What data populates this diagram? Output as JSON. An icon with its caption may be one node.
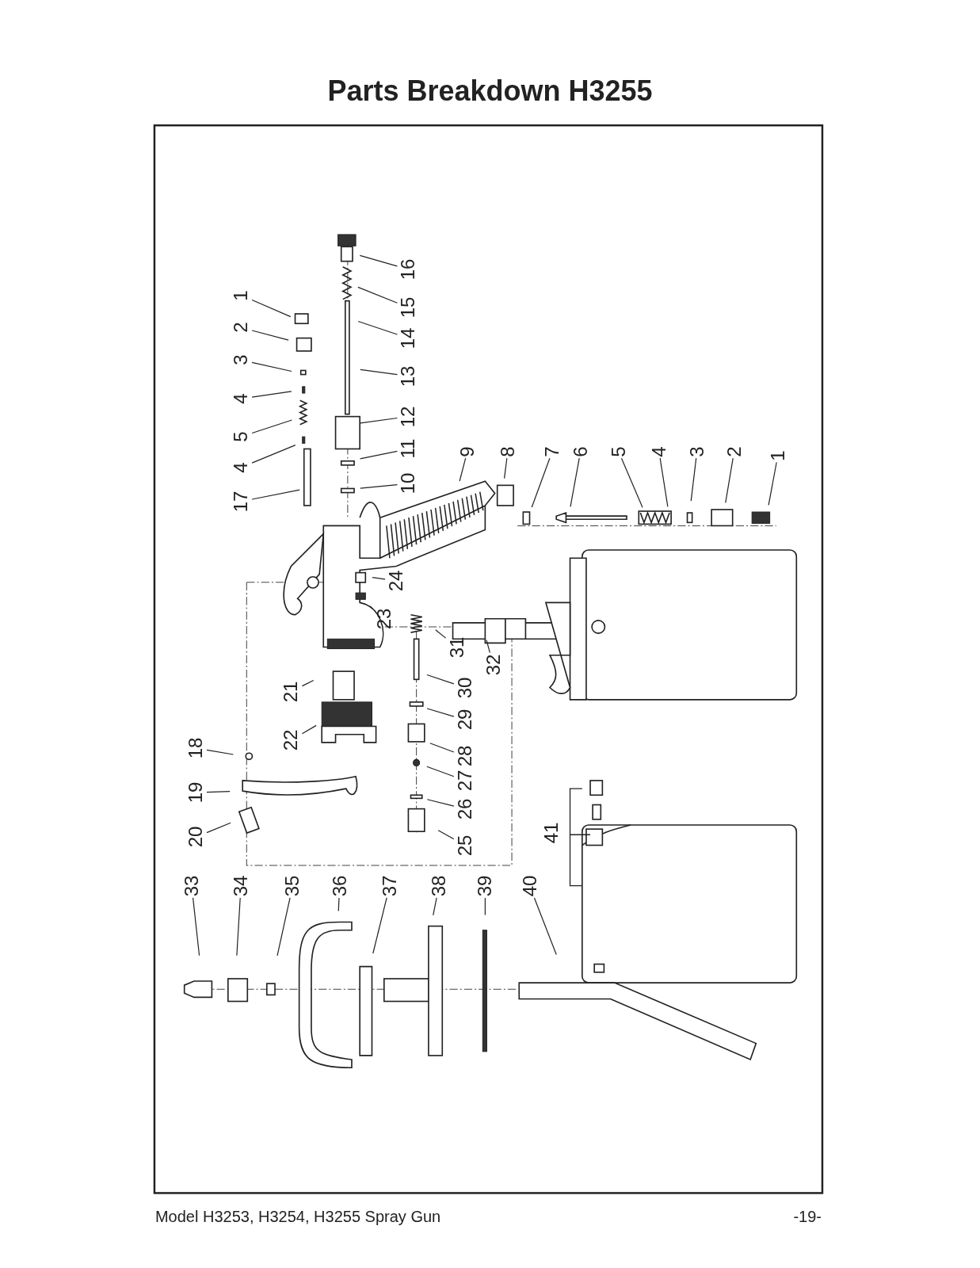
{
  "diagram": {
    "title": "Parts Breakdown H3255",
    "nodes": [
      {
        "text": [
          "1"
        ]
      },
      {
        "text": [
          "2"
        ]
      },
      {
        "text": [
          "3"
        ]
      },
      {
        "text": [
          "4"
        ]
      },
      {
        "text": [
          "5"
        ]
      },
      {
        "text": [
          "4"
        ]
      },
      {
        "text": [
          "17"
        ]
      },
      {
        "text": [
          "16"
        ]
      },
      {
        "text": [
          "15"
        ]
      },
      {
        "text": [
          "14"
        ]
      },
      {
        "text": [
          "13"
        ]
      },
      {
        "text": [
          "12"
        ]
      },
      {
        "text": [
          "11"
        ]
      },
      {
        "text": [
          "10"
        ]
      },
      {
        "text": [
          "9"
        ]
      },
      {
        "text": [
          "8"
        ]
      },
      {
        "text": [
          "7"
        ]
      },
      {
        "text": [
          "6"
        ]
      },
      {
        "text": [
          "5"
        ]
      },
      {
        "text": [
          "4"
        ]
      },
      {
        "text": [
          "3"
        ]
      },
      {
        "text": [
          "2"
        ]
      },
      {
        "text": [
          "1"
        ]
      },
      {
        "text": [
          "24"
        ]
      },
      {
        "text": [
          "23"
        ]
      },
      {
        "text": [
          "31"
        ]
      },
      {
        "text": [
          "32"
        ]
      },
      {
        "text": [
          "30"
        ]
      },
      {
        "text": [
          "29"
        ]
      },
      {
        "text": [
          "28"
        ]
      },
      {
        "text": [
          "27"
        ]
      },
      {
        "text": [
          "26"
        ]
      },
      {
        "text": [
          "25"
        ]
      },
      {
        "text": [
          "21"
        ]
      },
      {
        "text": [
          "22"
        ]
      },
      {
        "text": [
          "18"
        ]
      },
      {
        "text": [
          "19"
        ]
      },
      {
        "text": [
          "20"
        ]
      },
      {
        "text": [
          "33"
        ]
      },
      {
        "text": [
          "34"
        ]
      },
      {
        "text": [
          "35"
        ]
      },
      {
        "text": [
          "36"
        ]
      },
      {
        "text": [
          "37"
        ]
      },
      {
        "text": [
          "38"
        ]
      },
      {
        "text": [
          "39"
        ]
      },
      {
        "text": [
          "40"
        ]
      }
    ],
    "edges": [
      {
        "from": 0,
        "to": null,
        "arrow": "none"
      },
      {
        "from": 1,
        "to": null,
        "arrow": "none"
      },
      {
        "from": 2,
        "to": null,
        "arrow": "none"
      },
      {
        "from": 3,
        "to": null,
        "arrow": "none"
      },
      {
        "from": 4,
        "to": null,
        "arrow": "none"
      },
      {
        "from": 5,
        "to": null,
        "arrow": "none"
      },
      {
        "from": 6,
        "to": null,
        "arrow": "none"
      },
      {
        "from": 7,
        "to": null,
        "arrow": "none"
      },
      {
        "from": 8,
        "to": null,
        "arrow": "none"
      },
      {
        "from": 9,
        "to": null,
        "arrow": "none"
      },
      {
        "from": 10,
        "to": null,
        "arrow": "none"
      },
      {
        "from": 11,
        "to": null,
        "arrow": "none"
      },
      {
        "from": 12,
        "to": null,
        "arrow": "none"
      },
      {
        "from": 13,
        "to": null,
        "arrow": "none"
      },
      {
        "from": 14,
        "to": null,
        "arrow": "none"
      },
      {
        "from": 15,
        "to": null,
        "arrow": "none"
      },
      {
        "from": 16,
        "to": null,
        "arrow": "none"
      },
      {
        "from": 17,
        "to": null,
        "arrow": "none"
      },
      {
        "from": 18,
        "to": null,
        "arrow": "none"
      },
      {
        "from": 19,
        "to": null,
        "arrow": "none"
      },
      {
        "from": 20,
        "to": null,
        "arrow": "none"
      },
      {
        "from": 21,
        "to": null,
        "arrow": "none"
      },
      {
        "from": 22,
        "to": null,
        "arrow": "none"
      },
      {
        "from": 23,
        "to": null,
        "arrow": "none"
      },
      {
        "from": 24,
        "to": null,
        "arrow": "none"
      },
      {
        "from": 25,
        "to": null,
        "arrow": "none"
      },
      {
        "from": 26,
        "to": null,
        "arrow": "none"
      },
      {
        "from": 27,
        "to": null,
        "arrow": "none"
      },
      {
        "from": 28,
        "to": null,
        "arrow": "none"
      },
      {
        "from": 29,
        "to": null,
        "arrow": "none"
      },
      {
        "from": 30,
        "to": null,
        "arrow": "none"
      },
      {
        "from": 31,
        "to": null,
        "arrow": "none"
      },
      {
        "from": 32,
        "to": null,
        "arrow": "none"
      },
      {
        "from": 33,
        "to": null,
        "arrow": "none"
      },
      {
        "from": 34,
        "to": null,
        "arrow": "none"
      },
      {
        "from": 35,
        "to": null,
        "arrow": "none"
      },
      {
        "from": 36,
        "to": null,
        "arrow": "none"
      },
      {
        "from": 37,
        "to": null,
        "arrow": "none"
      },
      {
        "from": 38,
        "to": null,
        "arrow": "none"
      },
      {
        "from": 39,
        "to": null,
        "arrow": "none"
      },
      {
        "from": 40,
        "to": null,
        "arrow": "none"
      },
      {
        "from": 41,
        "to": null,
        "arrow": "none"
      },
      {
        "from": 42,
        "to": null,
        "arrow": "none"
      },
      {
        "from": 43,
        "to": null,
        "arrow": "none"
      },
      {
        "from": 44,
        "to": null,
        "arrow": "none"
      },
      {
        "from": 45,
        "to": null,
        "arrow": "none"
      }
    ],
    "labels": [
      "41",
      "Model H3253, H3254, H3255 Spray Gun",
      "-19-"
    ]
  }
}
